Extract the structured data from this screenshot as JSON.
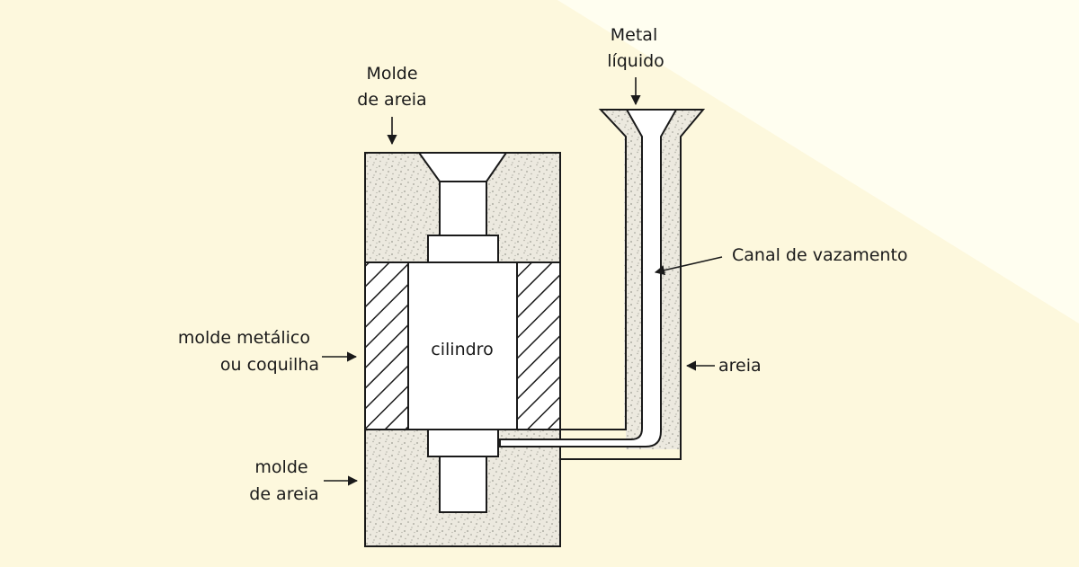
{
  "colors": {
    "background_light": "#fffef0",
    "background_band": "#fdf8dd",
    "sand": "#ece9df",
    "line": "#1a1a1a"
  },
  "labels": {
    "top_mold_line1": "Molde",
    "top_mold_line2": "de areia",
    "liquid_metal_line1": "Metal",
    "liquid_metal_line2": "líquido",
    "pouring_channel": "Canal de vazamento",
    "metal_mold_line1": "molde metálico",
    "metal_mold_line2": "ou coquilha",
    "cylinder": "cilindro",
    "sand": "areia",
    "bottom_mold_line1": "molde",
    "bottom_mold_line2": "de areia"
  }
}
